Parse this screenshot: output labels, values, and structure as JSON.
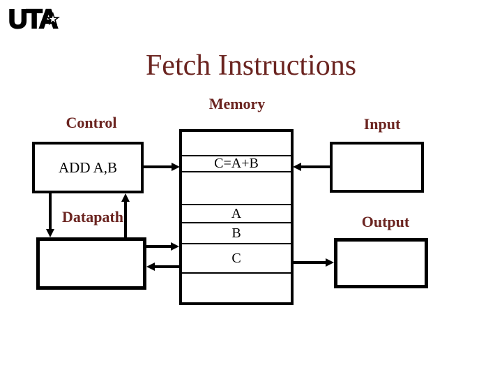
{
  "slide": {
    "title": "Fetch Instructions",
    "logo": {
      "text": "UTA",
      "star_icon": "★"
    },
    "colors": {
      "heading": "#6b2420",
      "diagram": "#000000",
      "background": "#ffffff"
    }
  },
  "labels": {
    "control": "Control",
    "memory": "Memory",
    "input": "Input",
    "output": "Output",
    "datapath": "Datapath"
  },
  "boxes": {
    "control": {
      "text": "ADD A,B"
    },
    "input": {
      "text": ""
    },
    "output": {
      "text": ""
    },
    "datapath": {
      "text": ""
    }
  },
  "memory": {
    "rows": [
      {
        "label": ""
      },
      {
        "label": "C=A+B"
      },
      {
        "label": ""
      },
      {
        "label": "A"
      },
      {
        "label": "B"
      },
      {
        "label": "C"
      },
      {
        "label": ""
      }
    ]
  },
  "arrows": [
    {
      "name": "control-to-memory"
    },
    {
      "name": "input-to-memory"
    },
    {
      "name": "control-to-datapath"
    },
    {
      "name": "datapath-to-control"
    },
    {
      "name": "datapath-to-memory"
    },
    {
      "name": "memory-to-datapath"
    },
    {
      "name": "memory-to-output"
    }
  ]
}
